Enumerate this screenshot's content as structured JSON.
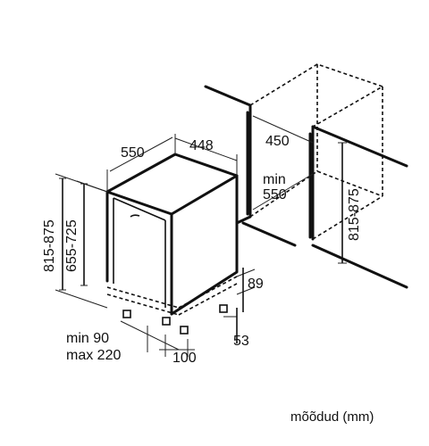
{
  "dimensions": {
    "depth": "550",
    "width": "448",
    "niche_width": "450",
    "niche_depth_line1": "min",
    "niche_depth_line2": "550",
    "height_total": "815-875",
    "height_body": "655-725",
    "niche_height": "815-875",
    "plinth_height": "89",
    "foot_offset": "53",
    "plinth_depth_line1": "min 90",
    "plinth_depth_line2": "max 220",
    "plinth_setback": "100"
  },
  "footer": {
    "units": "mõõdud (mm)"
  }
}
